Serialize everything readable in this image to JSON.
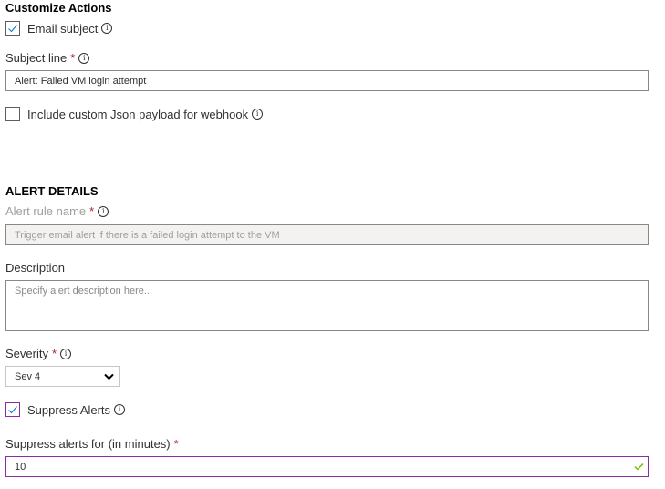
{
  "customize_actions": {
    "title": "Customize Actions",
    "email_subject": {
      "label": "Email subject",
      "checked": true
    },
    "subject_line": {
      "label": "Subject line",
      "required": "*",
      "value": "Alert: Failed VM login attempt"
    },
    "json_payload": {
      "label": "Include custom Json payload for webhook",
      "checked": false
    }
  },
  "alert_details": {
    "title": "ALERT DETAILS",
    "rule_name": {
      "label": "Alert rule name",
      "required": "*",
      "value": "Trigger email alert if there is a failed login attempt to the VM"
    },
    "description": {
      "label": "Description",
      "placeholder": "Specify alert description here..."
    },
    "severity": {
      "label": "Severity",
      "required": "*",
      "value": "Sev 4"
    },
    "suppress_alerts": {
      "label": "Suppress Alerts",
      "checked": true
    },
    "suppress_minutes": {
      "label": "Suppress alerts for (in minutes)",
      "required": "*",
      "value": "10"
    }
  },
  "icons": {
    "info": "i"
  },
  "colors": {
    "accent": "#8a2da5",
    "check": "#0078d4",
    "required": "#a4262c",
    "valid": "#7fba00"
  }
}
